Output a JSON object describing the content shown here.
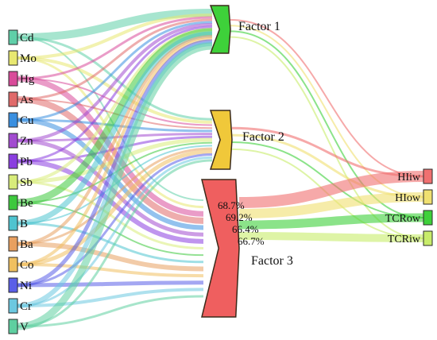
{
  "elements": [
    {
      "name": "Cd",
      "color": "#5fcfa8"
    },
    {
      "name": "Mo",
      "color": "#e8e870"
    },
    {
      "name": "Hg",
      "color": "#d94b9a"
    },
    {
      "name": "As",
      "color": "#e06a6a"
    },
    {
      "name": "Cu",
      "color": "#3a8fe0"
    },
    {
      "name": "Zn",
      "color": "#a24bd0"
    },
    {
      "name": "Pb",
      "color": "#8a3ee0"
    },
    {
      "name": "Sb",
      "color": "#d8ec7a"
    },
    {
      "name": "Be",
      "color": "#3dc93d"
    },
    {
      "name": "B",
      "color": "#4ec4d0"
    },
    {
      "name": "Ba",
      "color": "#e8a060"
    },
    {
      "name": "Co",
      "color": "#f0c060"
    },
    {
      "name": "Ni",
      "color": "#5a5ee8"
    },
    {
      "name": "Cr",
      "color": "#6cc8e0"
    },
    {
      "name": "V",
      "color": "#5ecfa0"
    }
  ],
  "factors": [
    {
      "name": "Factor 1",
      "color": "#3ed13a"
    },
    {
      "name": "Factor 2",
      "color": "#f0c83a"
    },
    {
      "name": "Factor 3",
      "color": "#ef5f5f"
    }
  ],
  "outcomes": [
    {
      "name": "HIiw",
      "color": "#f07070"
    },
    {
      "name": "HIow",
      "color": "#f0e070"
    },
    {
      "name": "TCRow",
      "color": "#3ed13a"
    },
    {
      "name": "TCRiw",
      "color": "#c8ec6a"
    }
  ],
  "percentages": [
    "68.7%",
    "69.2%",
    "66.4%",
    "66.7%"
  ]
}
